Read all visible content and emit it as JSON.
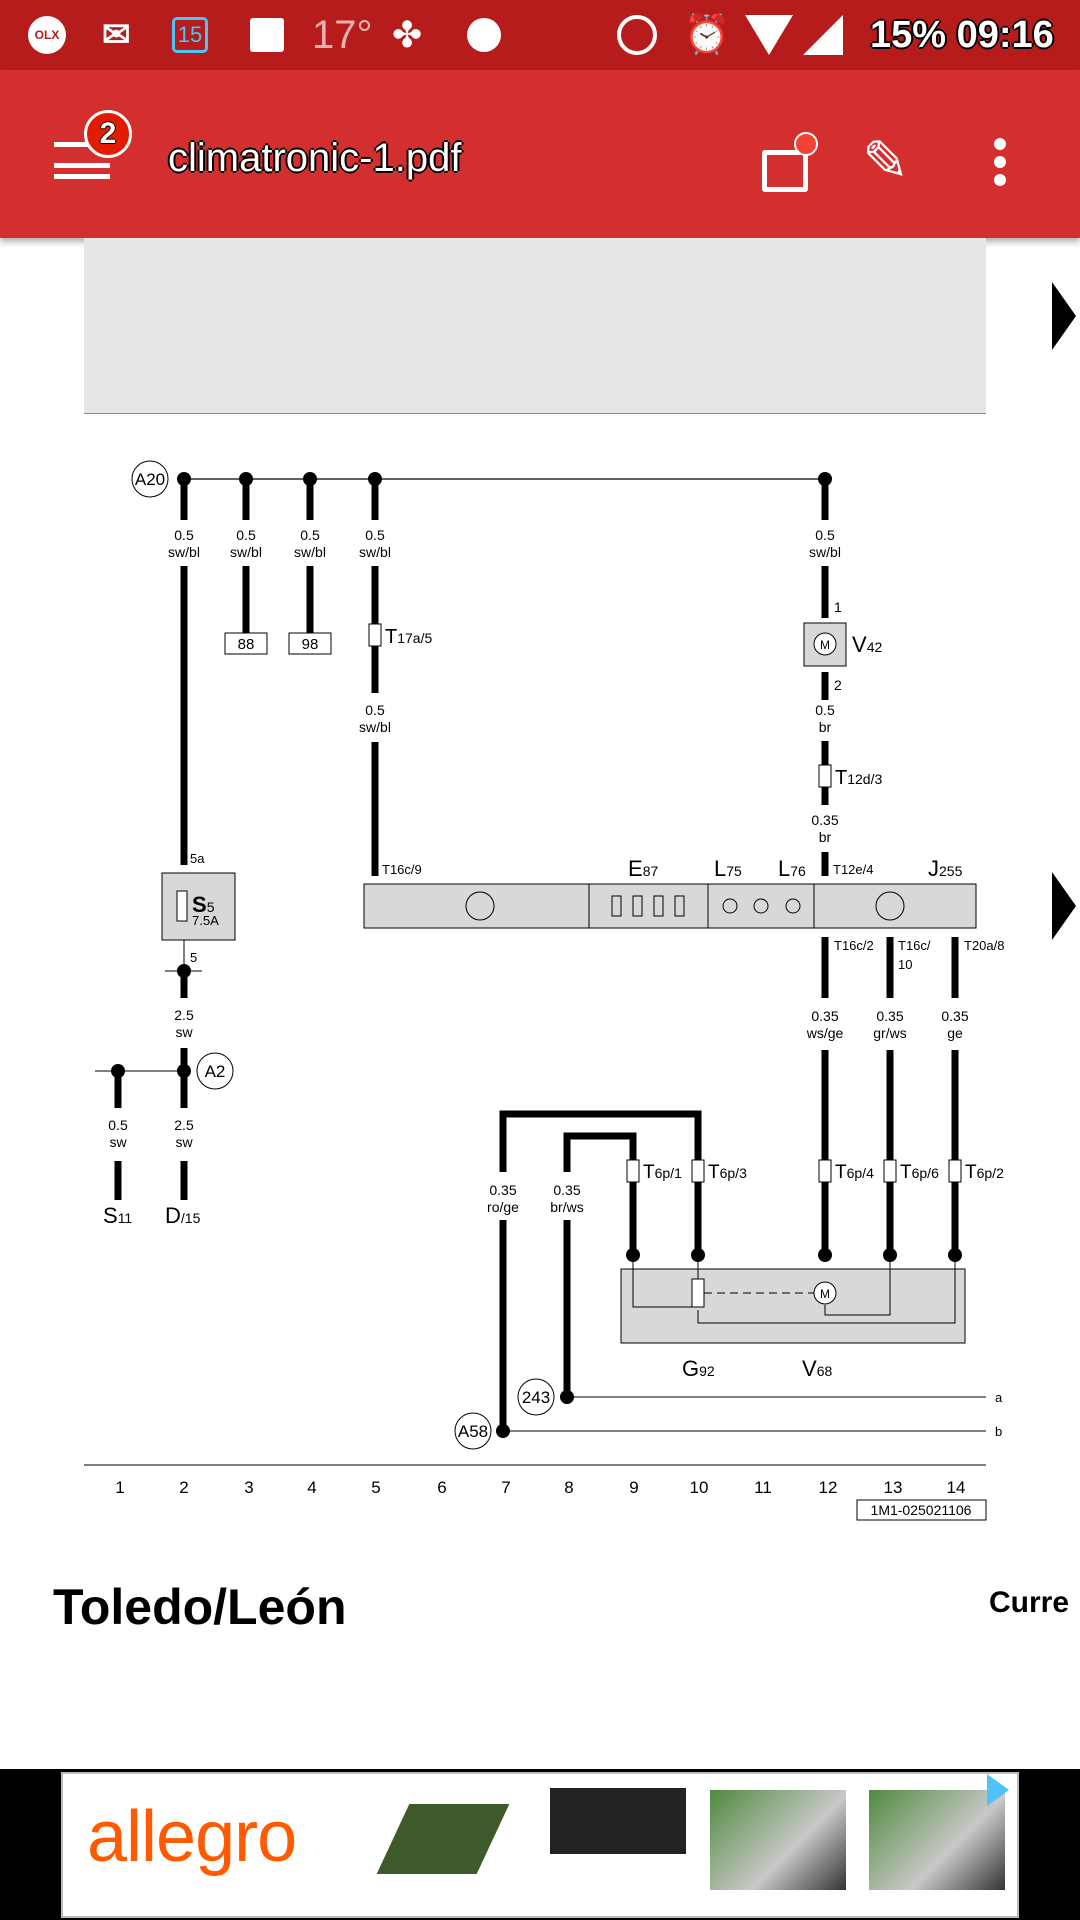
{
  "status_bar": {
    "temperature": "17°",
    "battery": "15%",
    "time": "09:16",
    "calendar_day": "15",
    "icons": [
      "olx-icon",
      "gmail-icon",
      "calendar-icon",
      "gallery-icon",
      "pinwheel-icon",
      "mic-icon",
      "dnd-icon",
      "alarm-icon",
      "wifi-icon",
      "signal-icon"
    ]
  },
  "app_bar": {
    "title": "climatronic-1.pdf",
    "menu_badge": "2",
    "icons": [
      "menu-icon",
      "shopping-bag-icon",
      "edit-icon",
      "more-vert-icon"
    ]
  },
  "diagram": {
    "points": {
      "a20": "A20",
      "a2": "A2",
      "a58": "A58",
      "p243": "243"
    },
    "top_labels": [
      {
        "g": "0.5",
        "c": "sw/bl"
      },
      {
        "g": "0.5",
        "c": "sw/bl"
      },
      {
        "g": "0.5",
        "c": "sw/bl"
      },
      {
        "g": "0.5",
        "c": "sw/bl"
      },
      {
        "g": "0.5",
        "c": "sw/bl"
      }
    ],
    "boxes": [
      "88",
      "98"
    ],
    "t17a": {
      "m": "T",
      "s": "17a/5"
    },
    "mid_label": {
      "g": "0.5",
      "c": "sw/bl"
    },
    "v42": {
      "m": "V",
      "s": "42",
      "pin1": "1",
      "pin2": "2",
      "motor": "M"
    },
    "v42_out": {
      "g": "0.5",
      "c": "br"
    },
    "t12d": {
      "m": "T",
      "s": "12d/3"
    },
    "t12d_out": {
      "g": "0.35",
      "c": "br"
    },
    "s5": {
      "m": "S",
      "s": "5",
      "rating": "7.5A",
      "pin_top": "5a",
      "pin_bottom": "5"
    },
    "bar_labels": {
      "t16c9": "T16c/9",
      "e87": {
        "m": "E",
        "s": "87"
      },
      "l75": {
        "m": "L",
        "s": "75"
      },
      "l76": {
        "m": "L",
        "s": "76"
      },
      "t12e4": "T12e/4",
      "j255": {
        "m": "J",
        "s": "255"
      }
    },
    "bottom_pins": {
      "t16c2": "T16c/2",
      "t16c10a": "T16c/",
      "t16c10b": "10",
      "t20a8": "T20a/8"
    },
    "lower_left_labels": [
      {
        "g": "2.5",
        "c": "sw"
      },
      {
        "g": "0.5",
        "c": "sw"
      },
      {
        "g": "2.5",
        "c": "sw"
      }
    ],
    "terminals": {
      "s11": {
        "m": "S",
        "s": "11"
      },
      "d15": {
        "m": "D",
        "s": "/15"
      }
    },
    "right_labels": [
      {
        "g": "0.35",
        "c": "ws/ge"
      },
      {
        "g": "0.35",
        "c": "gr/ws"
      },
      {
        "g": "0.35",
        "c": "ge"
      }
    ],
    "mid_labels2": [
      {
        "g": "0.35",
        "c": "ro/ge"
      },
      {
        "g": "0.35",
        "c": "br/ws"
      }
    ],
    "t6p": [
      {
        "m": "T",
        "s": "6p/1"
      },
      {
        "m": "T",
        "s": "6p/3"
      },
      {
        "m": "T",
        "s": "6p/4"
      },
      {
        "m": "T",
        "s": "6p/6"
      },
      {
        "m": "T",
        "s": "6p/2"
      }
    ],
    "g92": {
      "m": "G",
      "s": "92"
    },
    "v68": {
      "m": "V",
      "s": "68"
    },
    "motor": "M",
    "lines": {
      "a": "a",
      "b": "b"
    },
    "columns": [
      "1",
      "2",
      "3",
      "4",
      "5",
      "6",
      "7",
      "8",
      "9",
      "10",
      "11",
      "12",
      "13",
      "14"
    ],
    "ref": "1M1-025021106"
  },
  "page_heading": "Toledo/León",
  "page_heading_right": "Curre",
  "ad": {
    "brand": "allegro"
  }
}
